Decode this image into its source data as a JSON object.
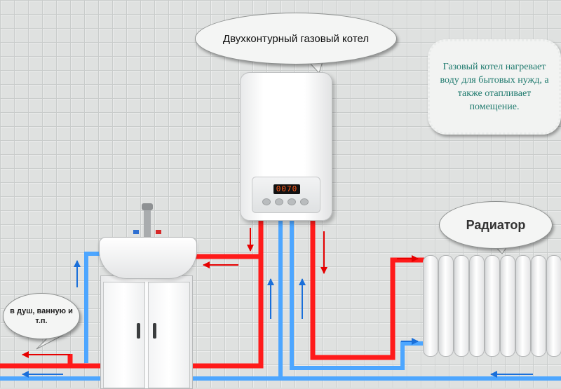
{
  "labels": {
    "boiler_title": "Двухконтурный газовый котел",
    "info": "Газовый котел нагревает воду для бытовых нужд, а также отапливает помещение.",
    "radiator": "Радиатор",
    "shower": "в душ, ванную и т.п."
  },
  "boiler": {
    "display": "0070"
  },
  "colors": {
    "hot_pipe": "#ff1a1a",
    "cold_pipe": "#4da6ff",
    "info_text": "#1f7a6e"
  }
}
